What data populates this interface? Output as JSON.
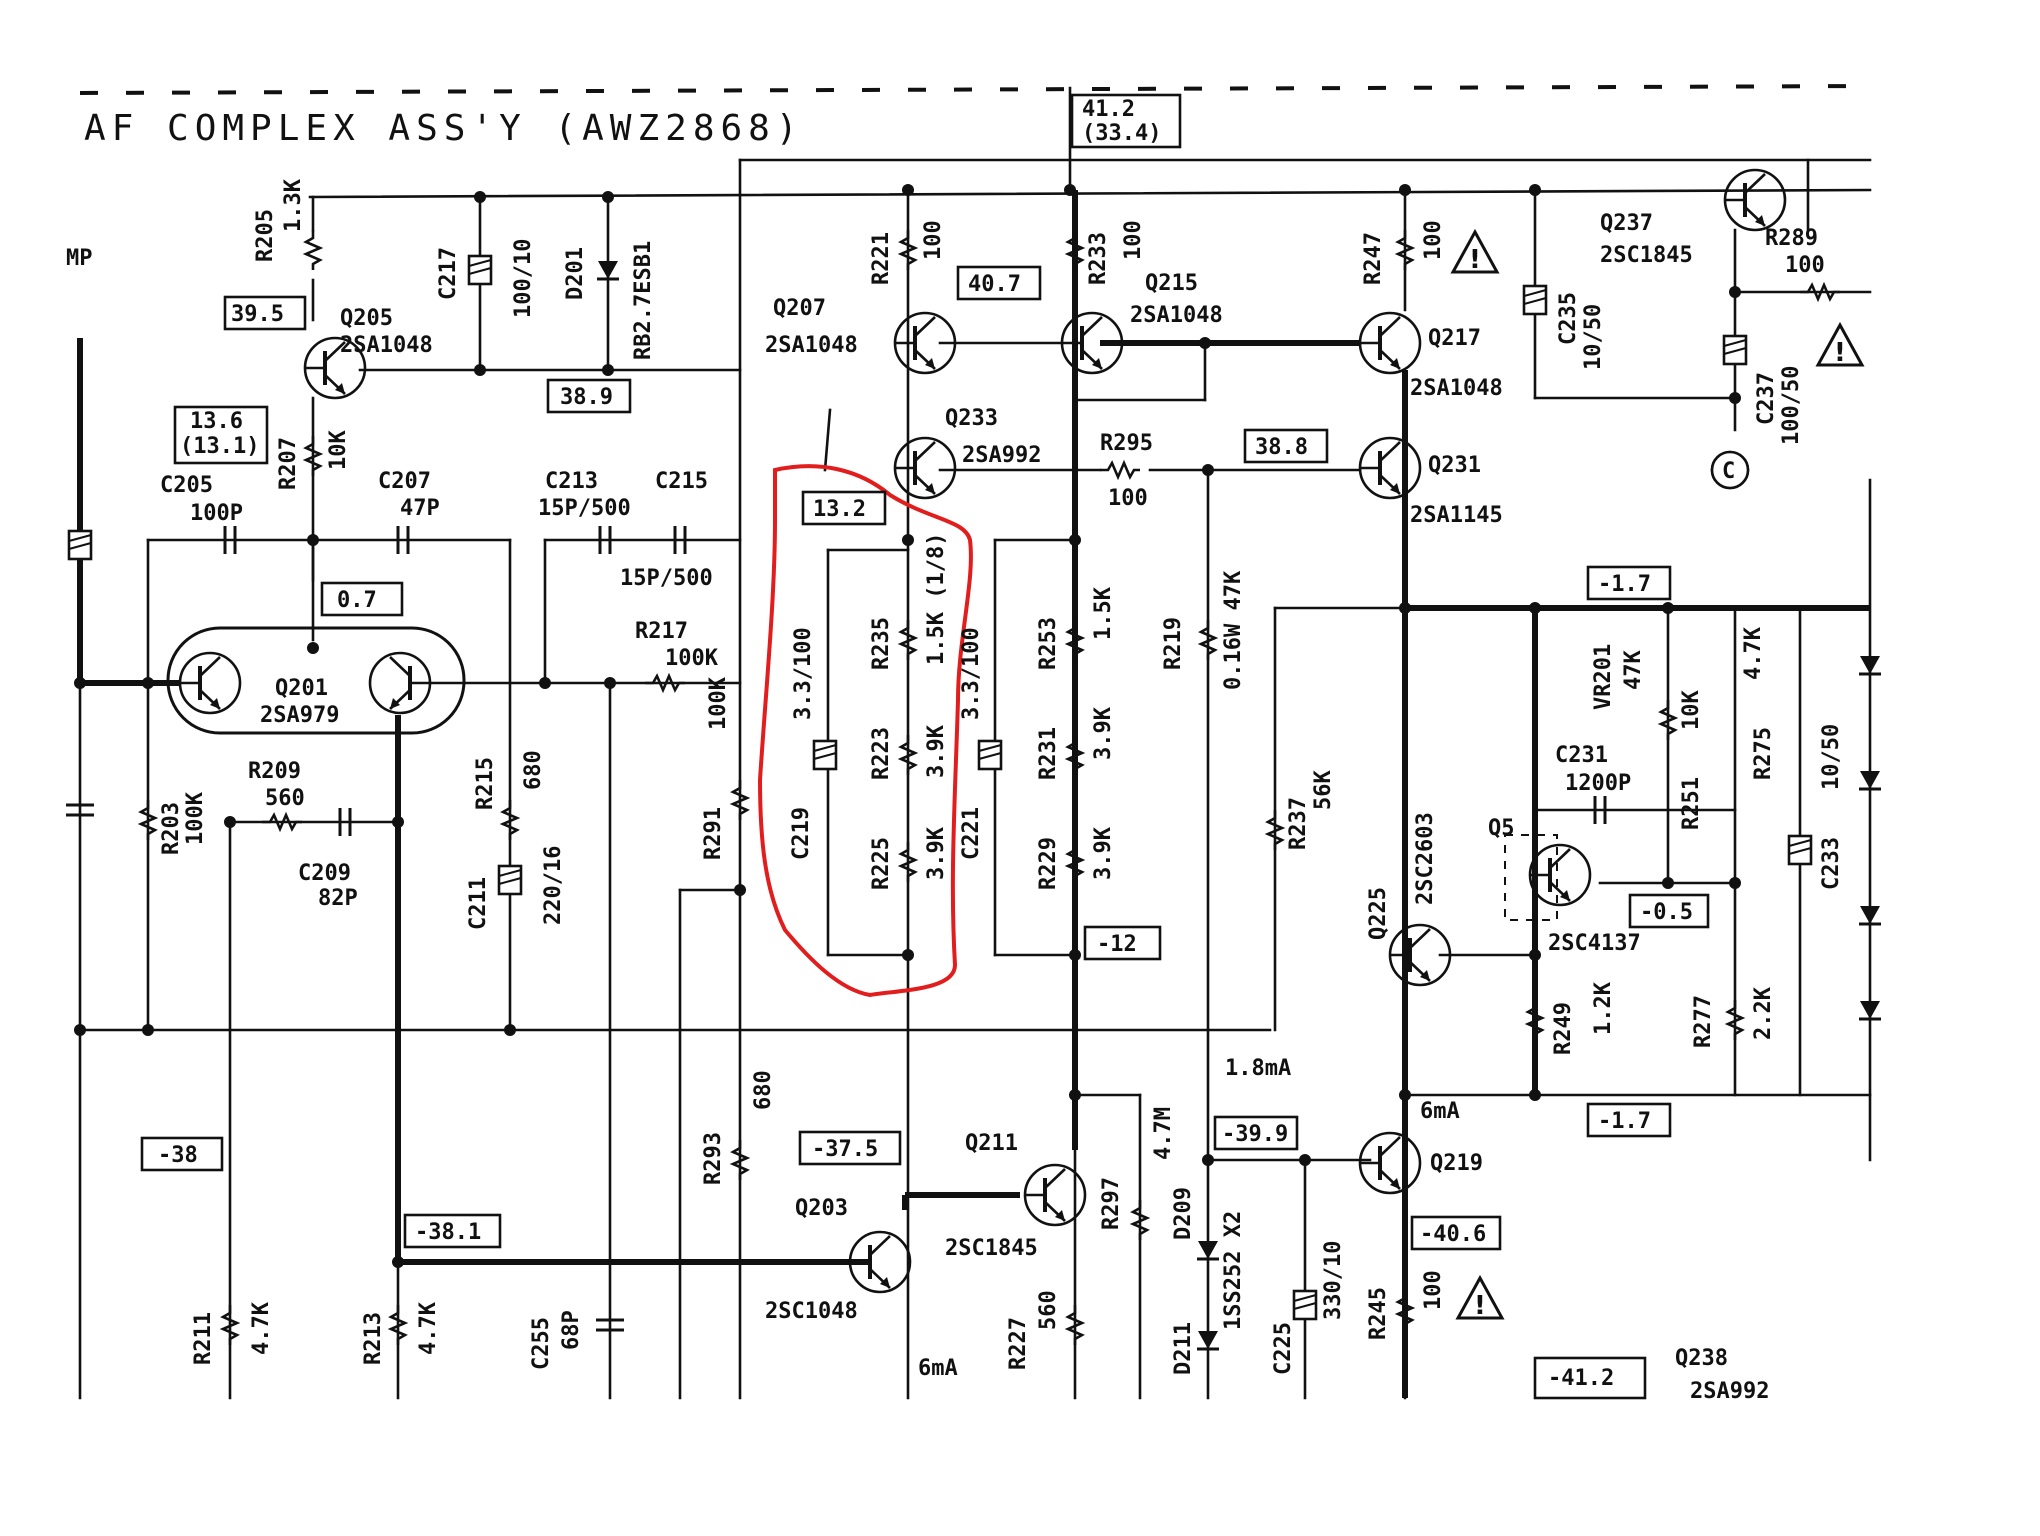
{
  "title": "AF COMPLEX ASS'Y (AWZ2868)",
  "edge_label": "MP",
  "connector": "C",
  "currents": [
    "1.8mA",
    "6mA",
    "6mA"
  ],
  "components": [
    {
      "id": "R205",
      "value": "1.3K"
    },
    {
      "id": "C217",
      "value": "100/10"
    },
    {
      "id": "D201",
      "value": "RB2.7ESB1"
    },
    {
      "id": "Q205",
      "value": "2SA1048"
    },
    {
      "id": "R207",
      "value": "10K"
    },
    {
      "id": "C205",
      "value": "100P"
    },
    {
      "id": "C207",
      "value": "47P"
    },
    {
      "id": "C213",
      "value": "15P/500"
    },
    {
      "id": "C215",
      "value": "15P/500"
    },
    {
      "id": "Q201",
      "value": "2SA979"
    },
    {
      "id": "R203",
      "value": "100K"
    },
    {
      "id": "R209",
      "value": "560"
    },
    {
      "id": "C209",
      "value": "82P"
    },
    {
      "id": "R215",
      "value": "680"
    },
    {
      "id": "C211",
      "value": "220/16"
    },
    {
      "id": "R217",
      "value": "100K"
    },
    {
      "id": "R291",
      "value": "100K"
    },
    {
      "id": "Q207",
      "value": "2SA1048"
    },
    {
      "id": "R221",
      "value": "100"
    },
    {
      "id": "Q233",
      "value": "2SA992"
    },
    {
      "id": "C219",
      "value": "3.3/100"
    },
    {
      "id": "R235",
      "value": "1.5K (1/8)"
    },
    {
      "id": "R223",
      "value": "3.9K"
    },
    {
      "id": "R225",
      "value": "3.9K"
    },
    {
      "id": "C221",
      "value": "3.3/100"
    },
    {
      "id": "R253",
      "value": "1.5K"
    },
    {
      "id": "R231",
      "value": "3.9K"
    },
    {
      "id": "R229",
      "value": "3.9K"
    },
    {
      "id": "Q215",
      "value": "2SA1048"
    },
    {
      "id": "R233",
      "value": "100"
    },
    {
      "id": "R295",
      "value": "100"
    },
    {
      "id": "R219",
      "value": "0.16W 47K"
    },
    {
      "id": "R247",
      "value": "100"
    },
    {
      "id": "Q217",
      "value": "2SA1048"
    },
    {
      "id": "Q231",
      "value": "2SA1145"
    },
    {
      "id": "R237",
      "value": "56K"
    },
    {
      "id": "Q237",
      "value": "2SC1845"
    },
    {
      "id": "R289",
      "value": "100"
    },
    {
      "id": "C235",
      "value": "10/50"
    },
    {
      "id": "C237",
      "value": "100/50"
    },
    {
      "id": "VR201",
      "value": "47K"
    },
    {
      "id": "R251",
      "value": "10K"
    },
    {
      "id": "C231",
      "value": "1200P"
    },
    {
      "id": "R275",
      "value": "4.7K"
    },
    {
      "id": "C233",
      "value": "10/50"
    },
    {
      "id": "Q5",
      "value": "2SC4137"
    },
    {
      "id": "Q225",
      "value": "2SC2603"
    },
    {
      "id": "R249",
      "value": "1.2K"
    },
    {
      "id": "R277",
      "value": "2.2K"
    },
    {
      "id": "Q219",
      "value": ""
    },
    {
      "id": "R245",
      "value": "100"
    },
    {
      "id": "Q211",
      "value": "2SC1845"
    },
    {
      "id": "Q203",
      "value": "2SC1048"
    },
    {
      "id": "R293",
      "value": "680"
    },
    {
      "id": "R227",
      "value": "560"
    },
    {
      "id": "R297",
      "value": "4.7M"
    },
    {
      "id": "D209",
      "value": "1SS252 X2"
    },
    {
      "id": "D211",
      "value": ""
    },
    {
      "id": "C225",
      "value": "330/10"
    },
    {
      "id": "R211",
      "value": "4.7K"
    },
    {
      "id": "R213",
      "value": "4.7K"
    },
    {
      "id": "C255",
      "value": "68P"
    },
    {
      "id": "Q238",
      "value": "2SA992"
    }
  ],
  "voltages": [
    "41.2 (33.4)",
    "39.5",
    "13.6 (13.1)",
    "38.9",
    "0.7",
    "40.7",
    "13.2",
    "38.8",
    "-1.7",
    "-12",
    "-0.5",
    "-1.7",
    "-37.5",
    "-39.9",
    "-38",
    "-38.1",
    "-40.6",
    "-41.2"
  ]
}
